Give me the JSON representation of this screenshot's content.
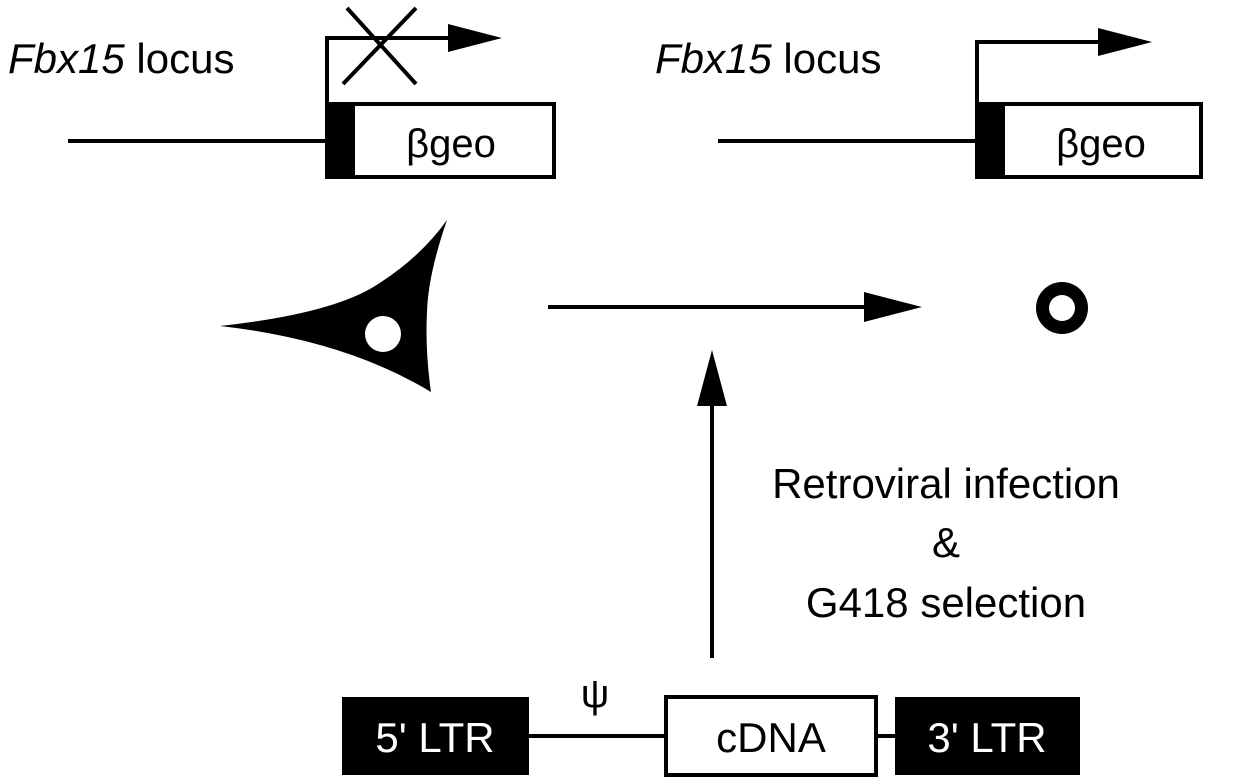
{
  "left_locus": {
    "gene_name": "Fbx15",
    "label_suffix": " locus",
    "cassette_label": "βgeo",
    "transcription": "blocked"
  },
  "right_locus": {
    "gene_name": "Fbx15",
    "label_suffix": " locus",
    "cassette_label": "βgeo",
    "transcription": "active"
  },
  "cells": {
    "before": "fibroblast-cell-icon",
    "after": "round-cell-icon"
  },
  "infection_step": {
    "line1": "Retroviral infection",
    "line2": "&",
    "line3": "G418 selection"
  },
  "vector": {
    "ltr5": "5' LTR",
    "psi": "ψ",
    "insert": "cDNA",
    "ltr3": "3' LTR"
  },
  "colors": {
    "ink": "#000000",
    "background": "#ffffff"
  }
}
